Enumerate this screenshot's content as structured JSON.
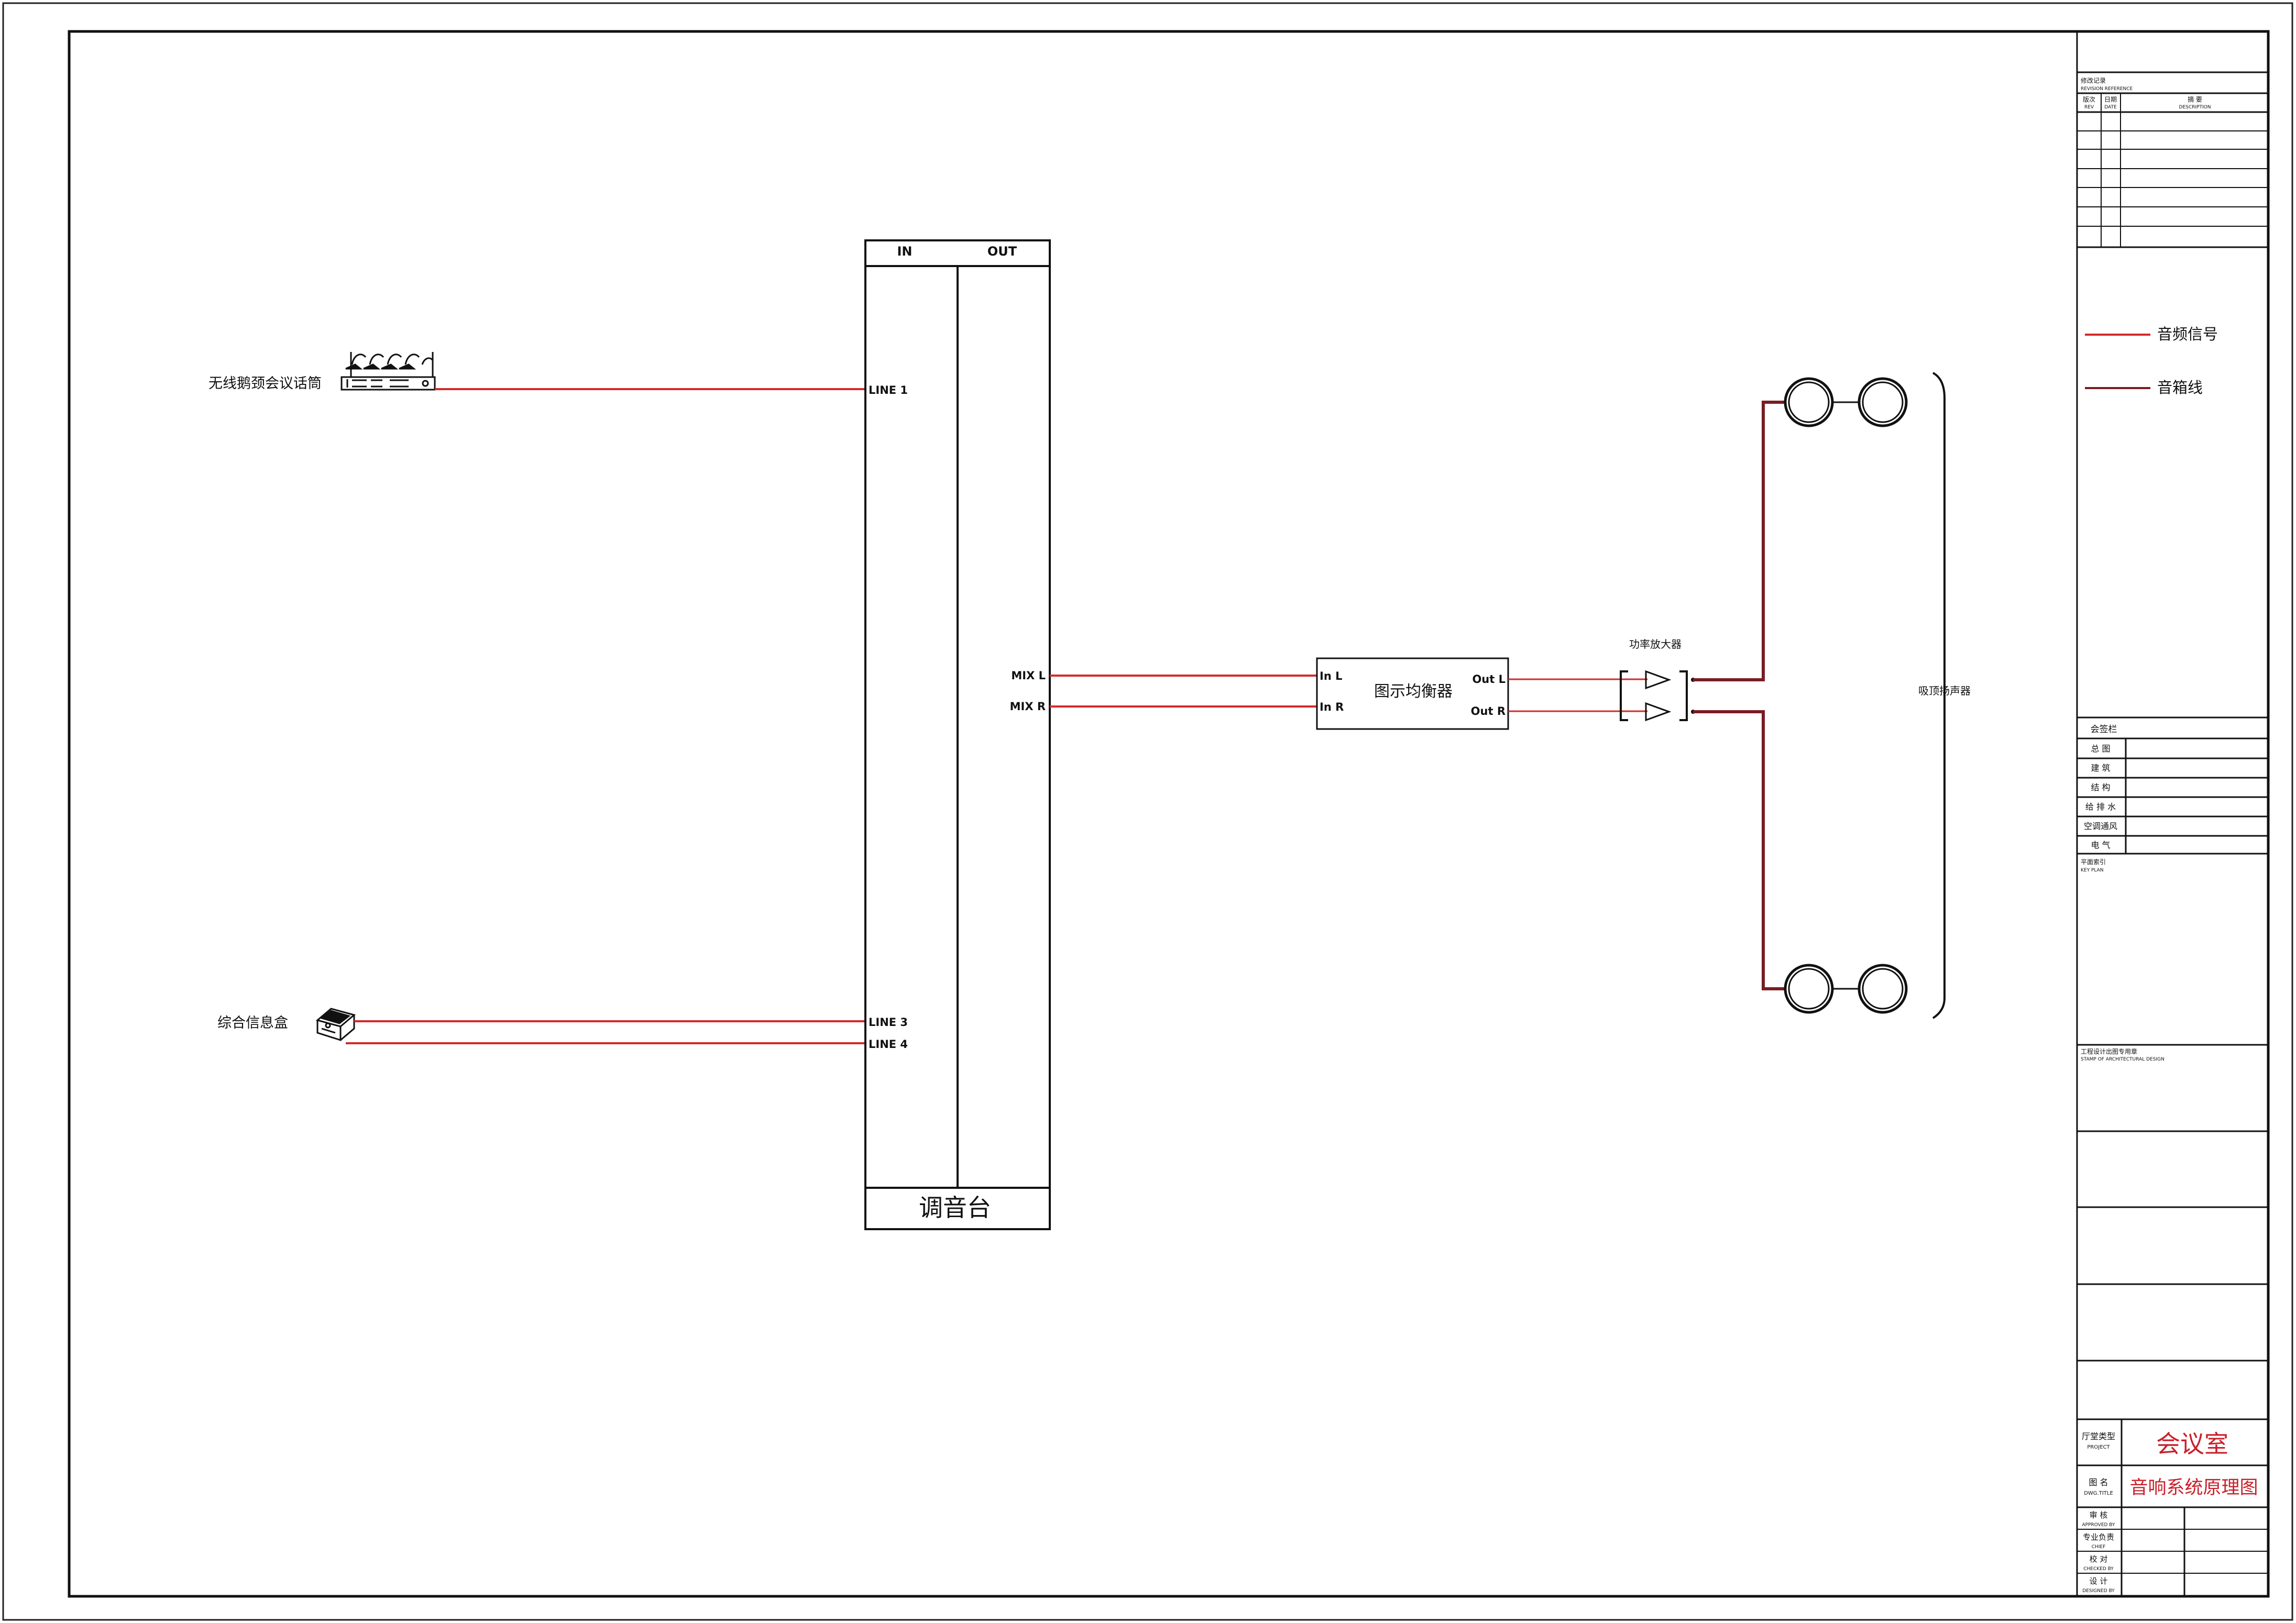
{
  "sources": {
    "wireless_mic": "无线鹅颈会议话筒",
    "info_box": "综合信息盒"
  },
  "mixer": {
    "in_header": "IN",
    "out_header": "OUT",
    "line1": "LINE 1",
    "line3": "LINE 3",
    "line4": "LINE 4",
    "mix_l": "MIX L",
    "mix_r": "MIX R",
    "title": "调音台"
  },
  "eq": {
    "title": "图示均衡器",
    "in_l": "In L",
    "in_r": "In R",
    "out_l": "Out L",
    "out_r": "Out R"
  },
  "amplifier": {
    "label": "功率放大器"
  },
  "speakers": {
    "label": "吸顶扬声器"
  },
  "legend": {
    "audio_signal": "音频信号",
    "speaker_cable": "音箱线",
    "audio_signal_color": "#d42a2a",
    "speaker_cable_color": "#7a1c22"
  },
  "title_block": {
    "revision_cn": "修改记录",
    "revision_en": "REVISION REFERENCE",
    "rev_cn": "版次",
    "rev_en": "REV",
    "date_cn": "日期",
    "date_en": "DATE",
    "desc_cn": "摘 要",
    "desc_en": "DESCRIPTION",
    "cosign_header": "会签栏",
    "cosign_rows": [
      "总 图",
      "建 筑",
      "结 构",
      "给 排 水",
      "空调通风",
      "电 气"
    ],
    "key_plan_cn": "平面索引",
    "key_plan_en": "KEY PLAN",
    "stamp_cn": "工程设计出图专用章",
    "stamp_en": "STAMP OF ARCHITECTURAL DESIGN",
    "project_cn": "厅堂类型",
    "project_en": "PROJECT",
    "project_value": "会议室",
    "drawing_title_cn": "图 名",
    "drawing_title_en": "DWG.TITLE",
    "drawing_title_value": "音响系统原理图",
    "approved_cn": "审 核",
    "approved_en": "APPROVED BY",
    "chief_cn": "专业负责",
    "chief_en": "CHIEF",
    "checked_cn": "校 对",
    "checked_en": "CHECKED BY",
    "designed_cn": "设 计",
    "designed_en": "DESIGNED BY",
    "accent_color": "#c8202a"
  }
}
